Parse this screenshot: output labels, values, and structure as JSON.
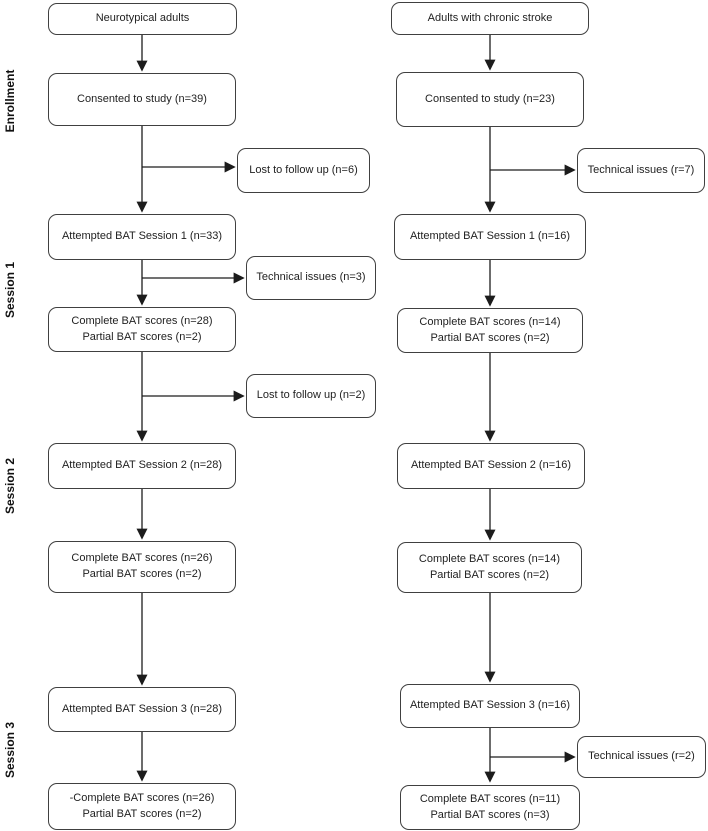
{
  "stage_labels": {
    "enrollment": "Enrollment",
    "session1": "Session 1",
    "session2": "Session 2",
    "session3": "Session 3"
  },
  "columns": {
    "neurotypical": {
      "title": "Neurotypical adults",
      "consented": "Consented to study (n=39)",
      "lost_enrollment": "Lost to follow up (n=6)",
      "attempted_s1": "Attempted BAT Session 1 (n=33)",
      "technical_s1": "Technical issues (n=3)",
      "scores_s1": {
        "complete": "Complete BAT scores (n=28)",
        "partial": "Partial BAT scores (n=2)"
      },
      "lost_s1": "Lost to follow up (n=2)",
      "attempted_s2": "Attempted BAT Session 2 (n=28)",
      "scores_s2": {
        "complete": "Complete BAT scores (n=26)",
        "partial": "Partial BAT scores (n=2)"
      },
      "attempted_s3": "Attempted BAT Session 3 (n=28)",
      "scores_s3": {
        "complete": "-Complete BAT scores (n=26)",
        "partial": "Partial BAT scores (n=2)"
      }
    },
    "stroke": {
      "title": "Adults with chronic stroke",
      "consented": "Consented to study (n=23)",
      "technical_enrollment": "Technical issues (r=7)",
      "attempted_s1": "Attempted BAT Session 1 (n=16)",
      "scores_s1": {
        "complete": "Complete BAT scores (n=14)",
        "partial": "Partial BAT scores (n=2)"
      },
      "attempted_s2": "Attempted BAT Session 2 (n=16)",
      "scores_s2": {
        "complete": "Complete BAT scores (n=14)",
        "partial": "Partial BAT scores (n=2)"
      },
      "attempted_s3": "Attempted BAT Session 3 (n=16)",
      "technical_s3": "Technical issues (r=2)",
      "scores_s3": {
        "complete": "Complete BAT scores (n=11)",
        "partial": "Partial BAT scores (n=3)"
      }
    }
  },
  "colors": {
    "box_border": "#404040",
    "arrow": "#1c1c1c",
    "text": "#1f1f1f",
    "background": "#ffffff"
  }
}
